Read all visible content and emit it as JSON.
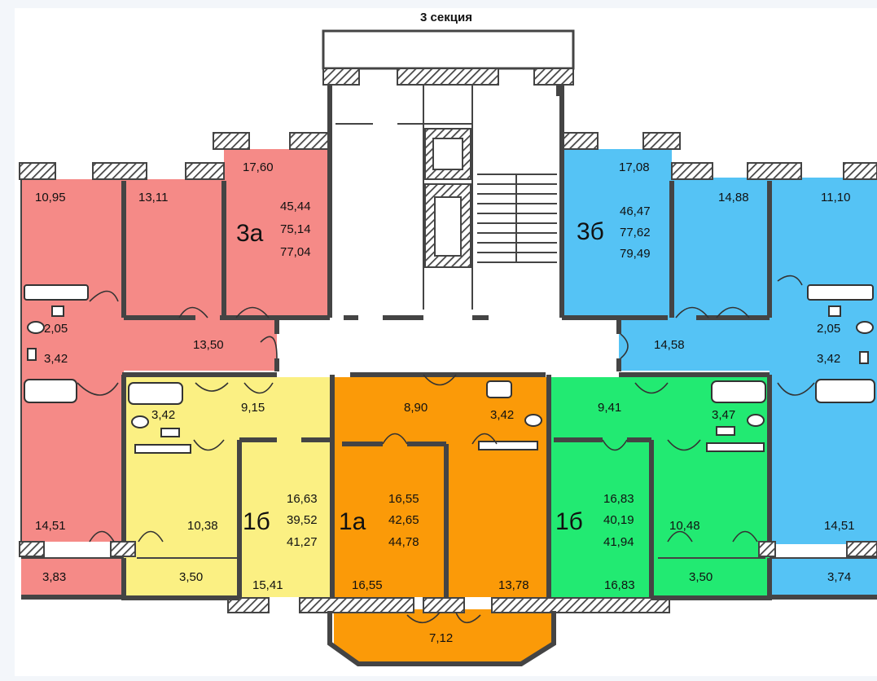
{
  "title": "3 секция",
  "colors": {
    "apt_3a": "#f58a87",
    "apt_3b": "#55c3f5",
    "apt_1b_left": "#fbf083",
    "apt_1a": "#fb9a08",
    "apt_1b_right": "#22ea72",
    "common": "#ffffff",
    "wall": "#444444"
  },
  "apartments": {
    "apt_3a": {
      "code": "3а",
      "areas": [
        "45,44",
        "75,14",
        "77,04"
      ]
    },
    "apt_3b": {
      "code": "3б",
      "areas": [
        "46,47",
        "77,62",
        "79,49"
      ]
    },
    "apt_1b_left": {
      "code": "1б",
      "areas": [
        "16,63",
        "39,52",
        "41,27"
      ]
    },
    "apt_1a": {
      "code": "1а",
      "areas": [
        "16,55",
        "42,65",
        "44,78"
      ]
    },
    "apt_1b_right": {
      "code": "1б",
      "areas": [
        "16,83",
        "40,19",
        "41,94"
      ]
    }
  },
  "rooms": {
    "a3_r1": "10,95",
    "a3_r2": "13,11",
    "a3_r3": "17,60",
    "a3_wc": "2,05",
    "a3_bath": "3,42",
    "a3_hall": "13,50",
    "a3_r4": "14,51",
    "a3_balc": "3,83",
    "b3_r1": "17,08",
    "b3_r2": "14,88",
    "b3_r3": "11,10",
    "b3_wc": "2,05",
    "b3_bath": "3,42",
    "b3_hall": "14,58",
    "b3_r4": "14,51",
    "b3_balc": "3,74",
    "bl_bath": "3,42",
    "bl_hall": "9,15",
    "bl_kitchen": "10,38",
    "bl_balc": "3,50",
    "bl_room": "15,41",
    "a1_hall": "8,90",
    "a1_bath": "3,42",
    "a1_room": "16,55",
    "a1_kitchen": "13,78",
    "a1_balc": "7,12",
    "br_hall": "9,41",
    "br_bath": "3,47",
    "br_kitchen": "10,48",
    "br_balc": "3,50",
    "br_room": "16,83"
  }
}
